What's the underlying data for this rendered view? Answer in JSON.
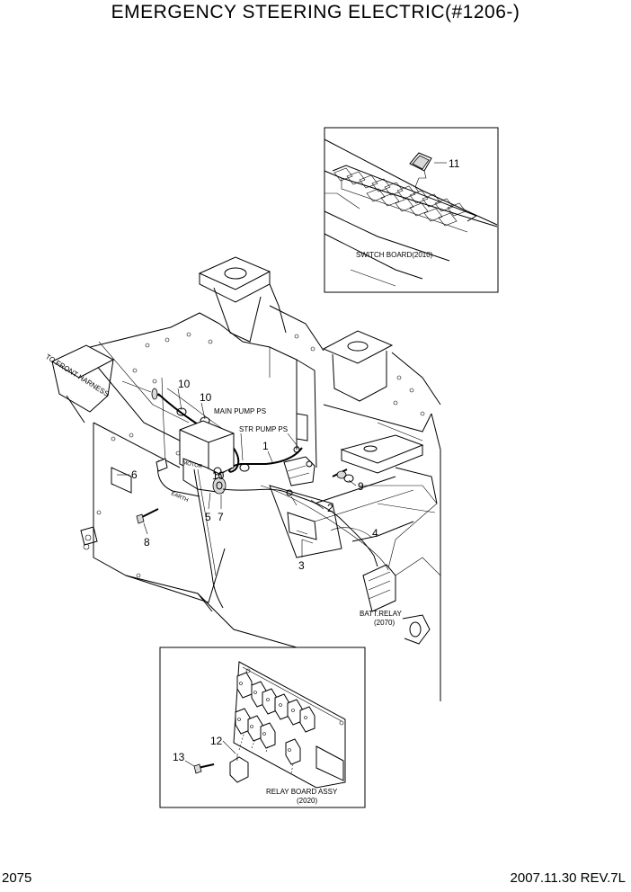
{
  "header": {
    "title": "EMERGENCY STEERING ELECTRIC(#1206-)"
  },
  "footer": {
    "page_number": "2075",
    "revision": "2007.11.30  REV.7L"
  },
  "callouts": {
    "c1": "1",
    "c2": "2",
    "c3": "3",
    "c4": "4",
    "c5": "5",
    "c6": "6",
    "c7": "7",
    "c8": "8",
    "c9": "9",
    "c10a": "10",
    "c10b": "10",
    "c10c": "10",
    "c11": "11",
    "c12": "12",
    "c13": "13"
  },
  "labels": {
    "to_front_harness": "TO FRONT HARNESS",
    "main_pump_ps": "MAIN PUMP PS",
    "str_pump_ps": "STR PUMP PS",
    "motor": "MOTOR",
    "earth": "EARTH",
    "switch_board": "SWITCH BOARD(2010)",
    "batt_relay": "BATT.RELAY",
    "batt_relay_code": "(2070)",
    "relay_board_assy": "RELAY BOARD ASSY",
    "relay_board_code": "(2020)"
  }
}
